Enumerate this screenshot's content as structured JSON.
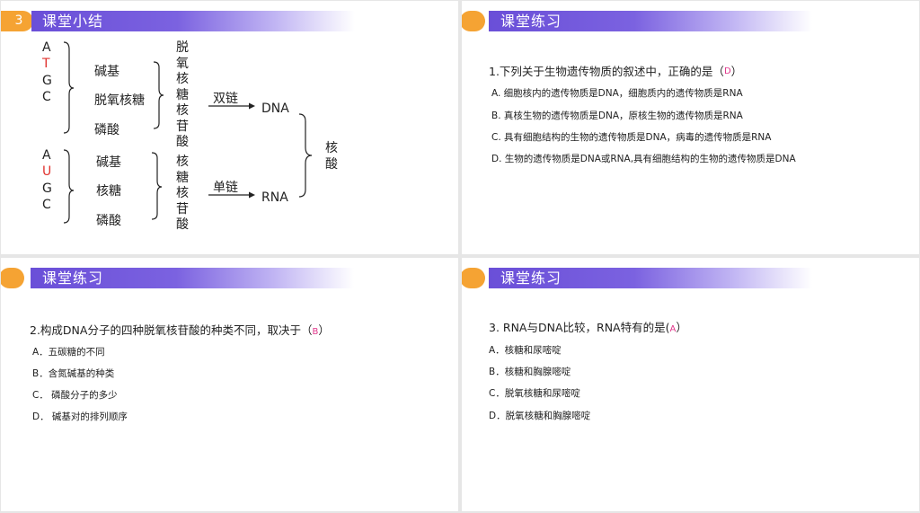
{
  "slides": [
    {
      "number": "3",
      "title": "课堂小结",
      "dna_bases": [
        "A",
        "T",
        "G",
        "C"
      ],
      "dna_parts": [
        "碱基",
        "脱氧核糖",
        "磷酸"
      ],
      "dna_nucleotide": [
        "脱",
        "氧",
        "核",
        "糖",
        "核",
        "苷",
        "酸"
      ],
      "dna_strand": "双链",
      "dna_label": "DNA",
      "rna_bases": [
        "A",
        "U",
        "G",
        "C"
      ],
      "rna_parts": [
        "碱基",
        "核糖",
        "磷酸"
      ],
      "rna_nucleotide": [
        "核",
        "糖",
        "核",
        "苷",
        "酸"
      ],
      "rna_strand": "单链",
      "rna_label": "RNA",
      "nucleic_acid": [
        "核",
        "酸"
      ]
    },
    {
      "title": "课堂练习",
      "question": "1.下列关于生物遗传物质的叙述中，正确的是（",
      "answer": "D",
      "question_end": "）",
      "options": [
        "A. 细胞核内的遗传物质是DNA，细胞质内的遗传物质是RNA",
        "B. 真核生物的遗传物质是DNA，原核生物的遗传物质是RNA",
        "C. 具有细胞结构的生物的遗传物质是DNA，病毒的遗传物质是RNA",
        "D. 生物的遗传物质是DNA或RNA,具有细胞结构的生物的遗传物质是DNA"
      ]
    },
    {
      "title": "课堂练习",
      "question": "2.构成DNA分子的四种脱氧核苷酸的种类不同，取决于（",
      "answer": "B",
      "question_end": "）",
      "options": [
        "A．五碳糖的不同",
        "B．含氮碱基的种类",
        "C． 磷酸分子的多少",
        "D． 碱基对的排列顺序"
      ]
    },
    {
      "title": "课堂练习",
      "question": "3. RNA与DNA比较，RNA特有的是(",
      "answer": "A",
      "question_end": "）",
      "options": [
        "A．核糖和尿嘧啶",
        "B．核糖和胸腺嘧啶",
        "C．脱氧核糖和尿嘧啶",
        "D．脱氧核糖和胸腺嘧啶"
      ]
    }
  ],
  "colors": {
    "header_orange": "#f5a333",
    "header_purple": "#6a4fd8",
    "highlight_red": "#e0312d",
    "answer_pink": "#e0358a"
  }
}
